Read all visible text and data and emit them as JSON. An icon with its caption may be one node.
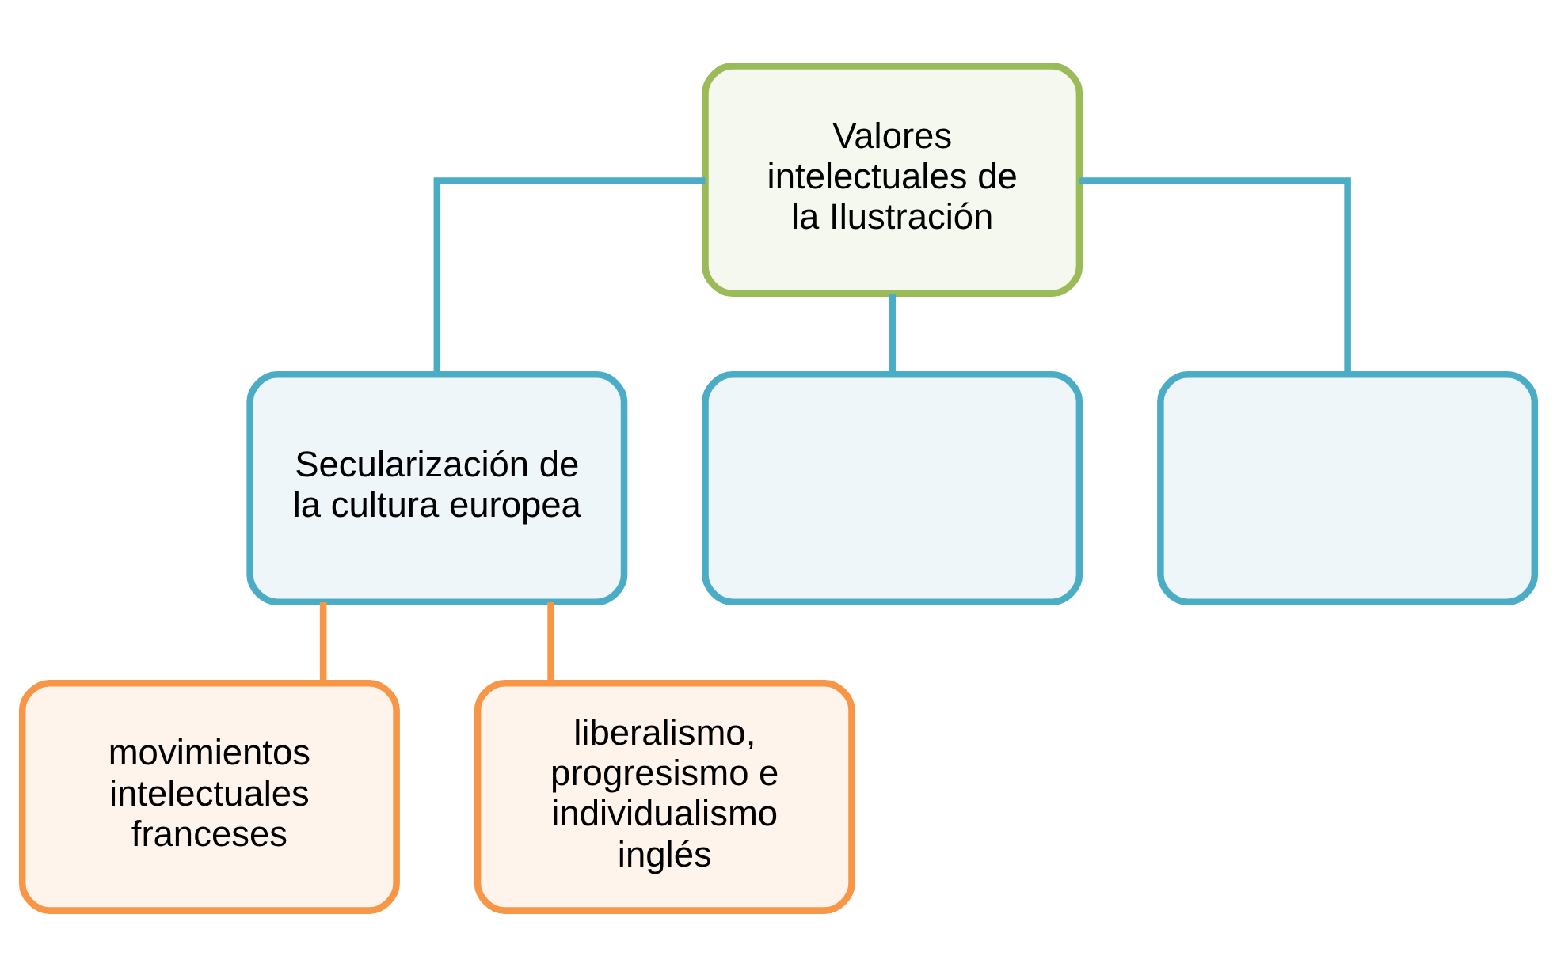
{
  "diagram": {
    "nodes": [
      {
        "text": [
          "Valores intelectuales de la Ilustración"
        ]
      },
      {
        "text": [
          "Secularización de la cultura europea"
        ]
      },
      {
        "text": [],
        "shape": "box"
      },
      {
        "text": [],
        "shape": "box"
      },
      {
        "text": [
          "movimientos intelectuales franceses"
        ]
      },
      {
        "text": [
          "liberalismo, progresismo e individualismo inglés"
        ]
      }
    ],
    "edges": [
      {
        "from": 0,
        "to": 1,
        "arrow": "none"
      },
      {
        "from": 0,
        "to": 2,
        "arrow": "none"
      },
      {
        "from": 0,
        "to": 3,
        "arrow": "none"
      },
      {
        "from": 1,
        "to": 4,
        "arrow": "none",
        "color": "#f79646"
      },
      {
        "from": 1,
        "to": 5,
        "arrow": "none",
        "color": "#f79646"
      }
    ]
  }
}
